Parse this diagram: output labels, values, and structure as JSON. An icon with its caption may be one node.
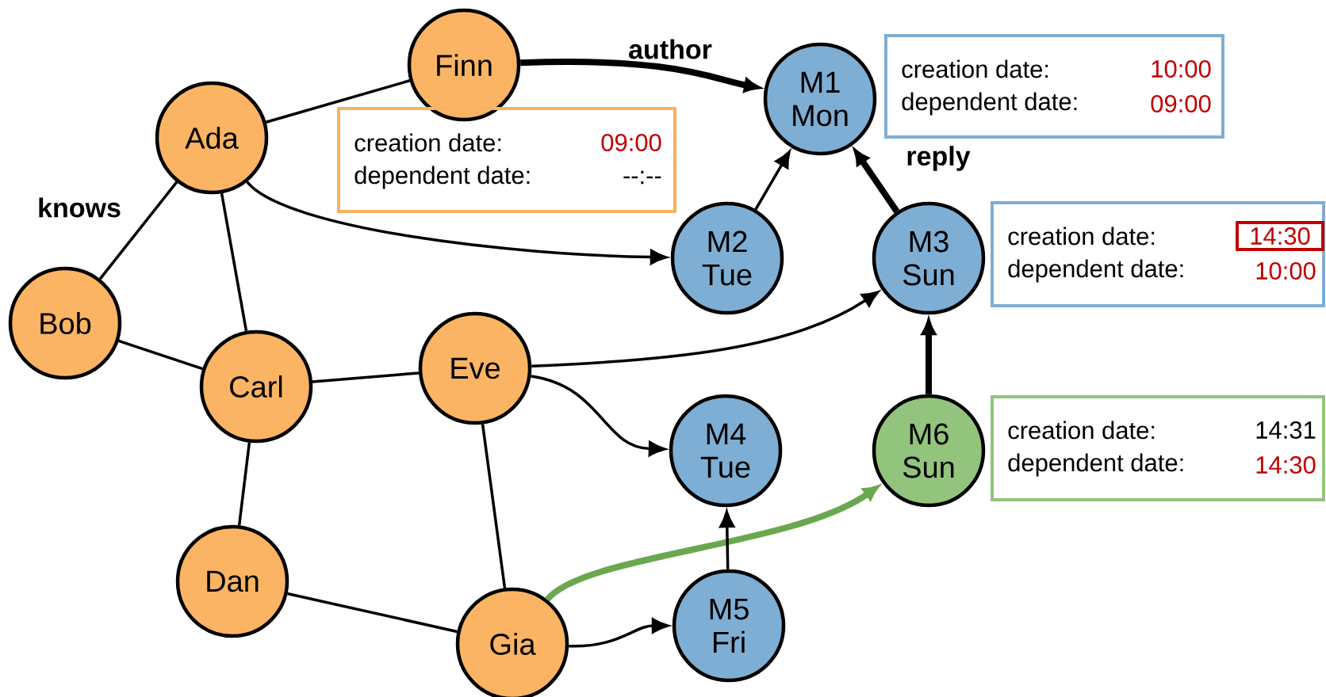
{
  "diagram": {
    "nodes": [
      {
        "text": [
          "Finn"
        ]
      },
      {
        "text": [
          "Ada"
        ]
      },
      {
        "text": [
          "Bob"
        ]
      },
      {
        "text": [
          "Carl"
        ]
      },
      {
        "text": [
          "Eve"
        ]
      },
      {
        "text": [
          "Dan"
        ]
      },
      {
        "text": [
          "Gia"
        ]
      },
      {
        "text": [
          "M1 Mon"
        ]
      },
      {
        "text": [
          "M2 Tue"
        ]
      },
      {
        "text": [
          "M3 Sun"
        ]
      },
      {
        "text": [
          "M4 Tue"
        ]
      },
      {
        "text": [
          "M5 Fri"
        ]
      },
      {
        "text": [
          "M6 Sun"
        ]
      },
      {
        "text": [
          "creation date:",
          "09:00",
          "dependent date:",
          "--:--"
        ]
      },
      {
        "text": [
          "creation date:",
          "10:00",
          "dependent date:",
          "09:00"
        ]
      },
      {
        "text": [
          "creation date:",
          "dependent date:",
          "10:00"
        ]
      },
      {
        "text": [
          "14:30"
        ],
        "in": 15
      },
      {
        "text": [
          "creation date:",
          "14:31",
          "dependent date:",
          "14:30"
        ]
      }
    ],
    "edges": [
      {
        "from": 1,
        "to": 0,
        "arrow": "none"
      },
      {
        "from": 1,
        "to": 2,
        "arrow": "none"
      },
      {
        "from": 1,
        "to": 3,
        "arrow": "none"
      },
      {
        "from": 2,
        "to": 3,
        "arrow": "none"
      },
      {
        "from": 3,
        "to": 4,
        "arrow": "none"
      },
      {
        "from": 3,
        "to": 5,
        "arrow": "none"
      },
      {
        "from": 4,
        "to": 6,
        "arrow": "none"
      },
      {
        "from": 5,
        "to": 6,
        "arrow": "none"
      },
      {
        "from": 0,
        "to": 7,
        "arrow": "to",
        "style": "thick"
      },
      {
        "from": 1,
        "to": 8,
        "arrow": "to"
      },
      {
        "from": 4,
        "to": 9,
        "arrow": "to"
      },
      {
        "from": 4,
        "to": 10,
        "arrow": "to"
      },
      {
        "from": 6,
        "to": 11,
        "arrow": "to"
      },
      {
        "from": 6,
        "to": 12,
        "arrow": "to",
        "style": "thick",
        "color": "#6aa84f"
      },
      {
        "from": 8,
        "to": 7,
        "arrow": "to"
      },
      {
        "from": 9,
        "to": 7,
        "arrow": "to",
        "style": "thick"
      },
      {
        "from": 12,
        "to": 9,
        "arrow": "to",
        "style": "thick"
      },
      {
        "from": 11,
        "to": 10,
        "arrow": "to"
      }
    ],
    "labels": [
      "author",
      "knows",
      "reply"
    ]
  }
}
